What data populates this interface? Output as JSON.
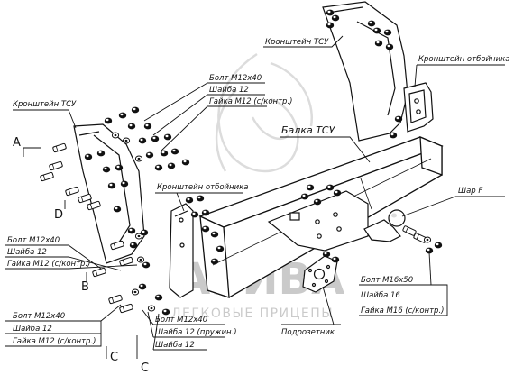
{
  "labels": {
    "bracket_tsu_top": "Кронштейн ТСУ",
    "bracket_tsu_left": "Кронштейн ТСУ",
    "bracket_otboinika_right": "Кронштейн отбойника",
    "bracket_otboinika_center": "Кронштейн отбойника",
    "balka_tsu": "Балка ТСУ",
    "shar_f": "Шар F",
    "podrozetnik": "Подрозетник",
    "group_top": [
      "Болт М12х40",
      "Шайба 12",
      "Гайка М12 (с/контр.)"
    ],
    "group_left": [
      "Болт М12х40",
      "Шайба 12",
      "Гайка М12 (с/контр.)"
    ],
    "group_bottom_left": [
      "Болт М12х40",
      "Шайба 12",
      "Гайка М12 (с/контр.)"
    ],
    "group_bottom_center": [
      "Болт М12х40",
      "Шайба 12 (пружин.)",
      "Шайба 12"
    ],
    "group_right": [
      "Болт М16х50",
      "Шайба 16",
      "Гайка М16 (с/контр.)"
    ]
  },
  "markers": {
    "a": "A",
    "b": "B",
    "c1": "C",
    "c2": "C",
    "d": "D"
  },
  "watermark": {
    "brand": "АРИВА",
    "tagline": "ЛЕГКОВЫЕ ПРИЦЕПЫ"
  }
}
